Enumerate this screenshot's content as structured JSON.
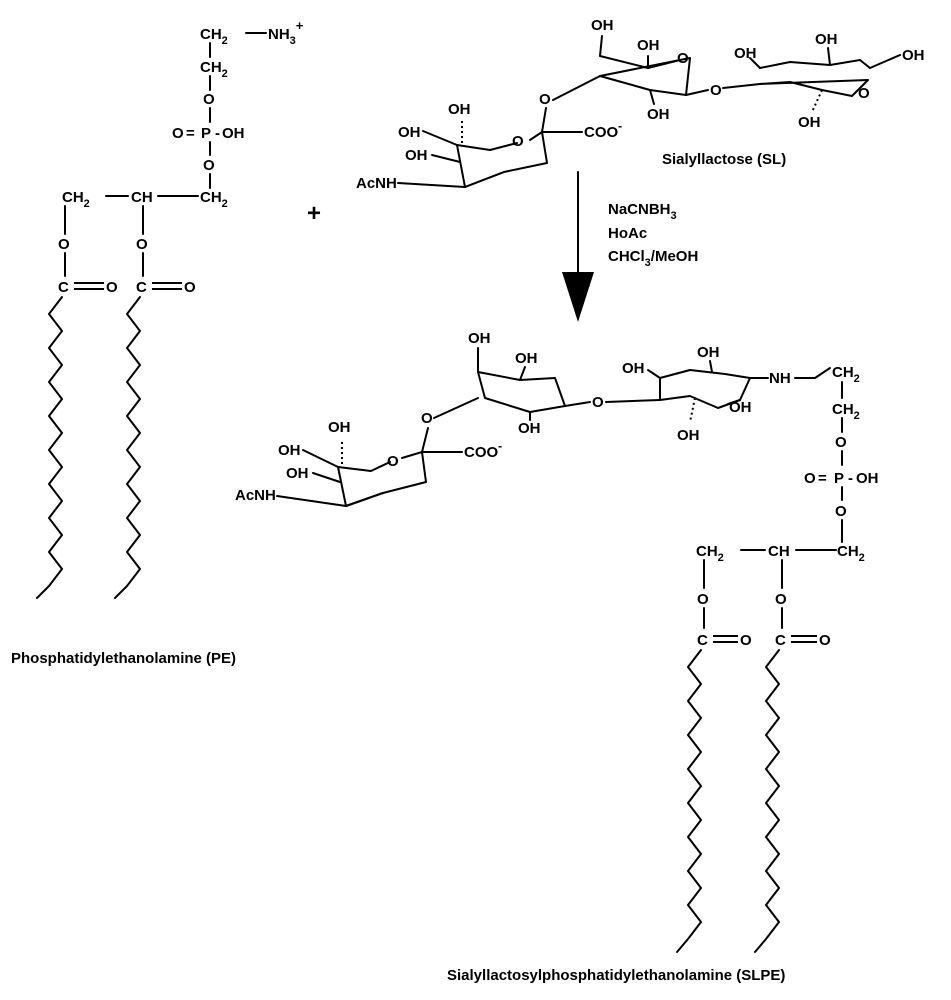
{
  "pe": {
    "title": "Phosphatidylethanolamine (PE)",
    "nh3": "NH",
    "nh3_sub": "3",
    "nh3_charge": "+",
    "ch2": "CH",
    "ch2_sub": "2",
    "ch": "CH",
    "o": "O",
    "p": "P",
    "oh": "OH",
    "c": "C",
    "eq": "=",
    "dash": "-"
  },
  "sl": {
    "title": "Sialyllactose (SL)",
    "oh": "OH",
    "o": "O",
    "acnh": "AcNH",
    "coo": "COO",
    "coo_charge": "-"
  },
  "plus": "+",
  "reagents": {
    "line1": "NaCNBH",
    "line1_sub": "3",
    "line2": "HoAc",
    "line3": "CHCl",
    "line3_sub": "3",
    "line3_rest": "/MeOH"
  },
  "slpe": {
    "title": "Sialyllactosylphosphatidylethanolamine (SLPE)",
    "nh": "NH",
    "oh": "OH",
    "o": "O",
    "p": "P",
    "acnh": "AcNH",
    "coo": "COO",
    "coo_charge": "-",
    "ch2": "CH",
    "ch2_sub": "2",
    "ch": "CH",
    "c": "C"
  }
}
